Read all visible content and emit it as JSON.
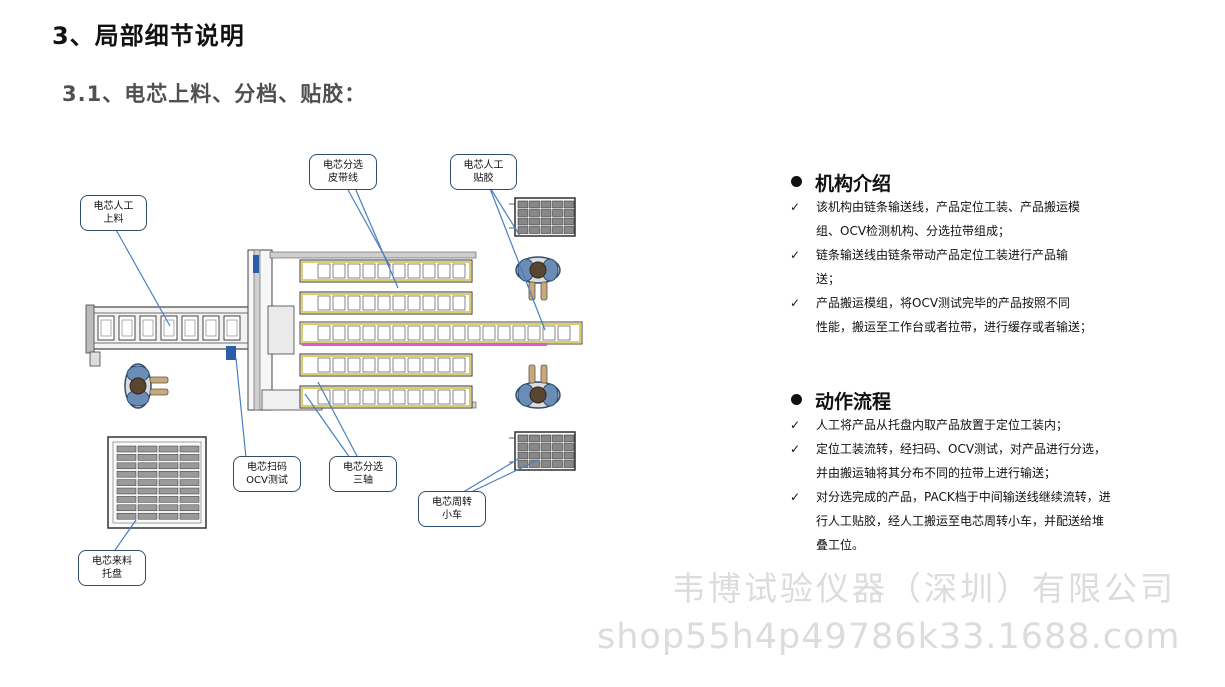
{
  "header": {
    "title": "3、局部细节说明",
    "subtitle": "3.1、电芯上料、分档、贴胶："
  },
  "diagram": {
    "callouts": {
      "manual_load": "电芯人工\n上料",
      "belt_line": "电芯分选\n皮带线",
      "manual_tape": "电芯人工\n贴胶",
      "scan_ocv": "电芯扫码\nOCV测试",
      "three_axis": "电芯分选\n三轴",
      "transfer_cart": "电芯周转\n小车",
      "incoming_tray": "电芯来料\n托盘"
    }
  },
  "mechanism": {
    "title": "机构介绍",
    "items": [
      [
        "该机构由链条输送线，产品定位工装、产品搬运模",
        "组、OCV检测机构、分选拉带组成；"
      ],
      [
        "链条输送线由链条带动产品定位工装进行产品输",
        "送；"
      ],
      [
        "产品搬运模组，将OCV测试完毕的产品按照不同",
        "性能，搬运至工作台或者拉带，进行缓存或者输送；"
      ]
    ]
  },
  "process": {
    "title": "动作流程",
    "items": [
      [
        "人工将产品从托盘内取产品放置于定位工装内；"
      ],
      [
        "定位工装流转，经扫码、OCV测试，对产品进行分选，",
        "并由搬运轴将其分布不同的拉带上进行输送；"
      ],
      [
        "对分选完成的产品，PACK档于中间输送线继续流转，进",
        "行人工贴胶，经人工搬运至电芯周转小车，并配送给堆",
        "叠工位。"
      ]
    ]
  },
  "watermark": {
    "company": "韦博试验仪器（深圳）有限公司",
    "url": "shop55h4p49786k33.1688.com"
  }
}
